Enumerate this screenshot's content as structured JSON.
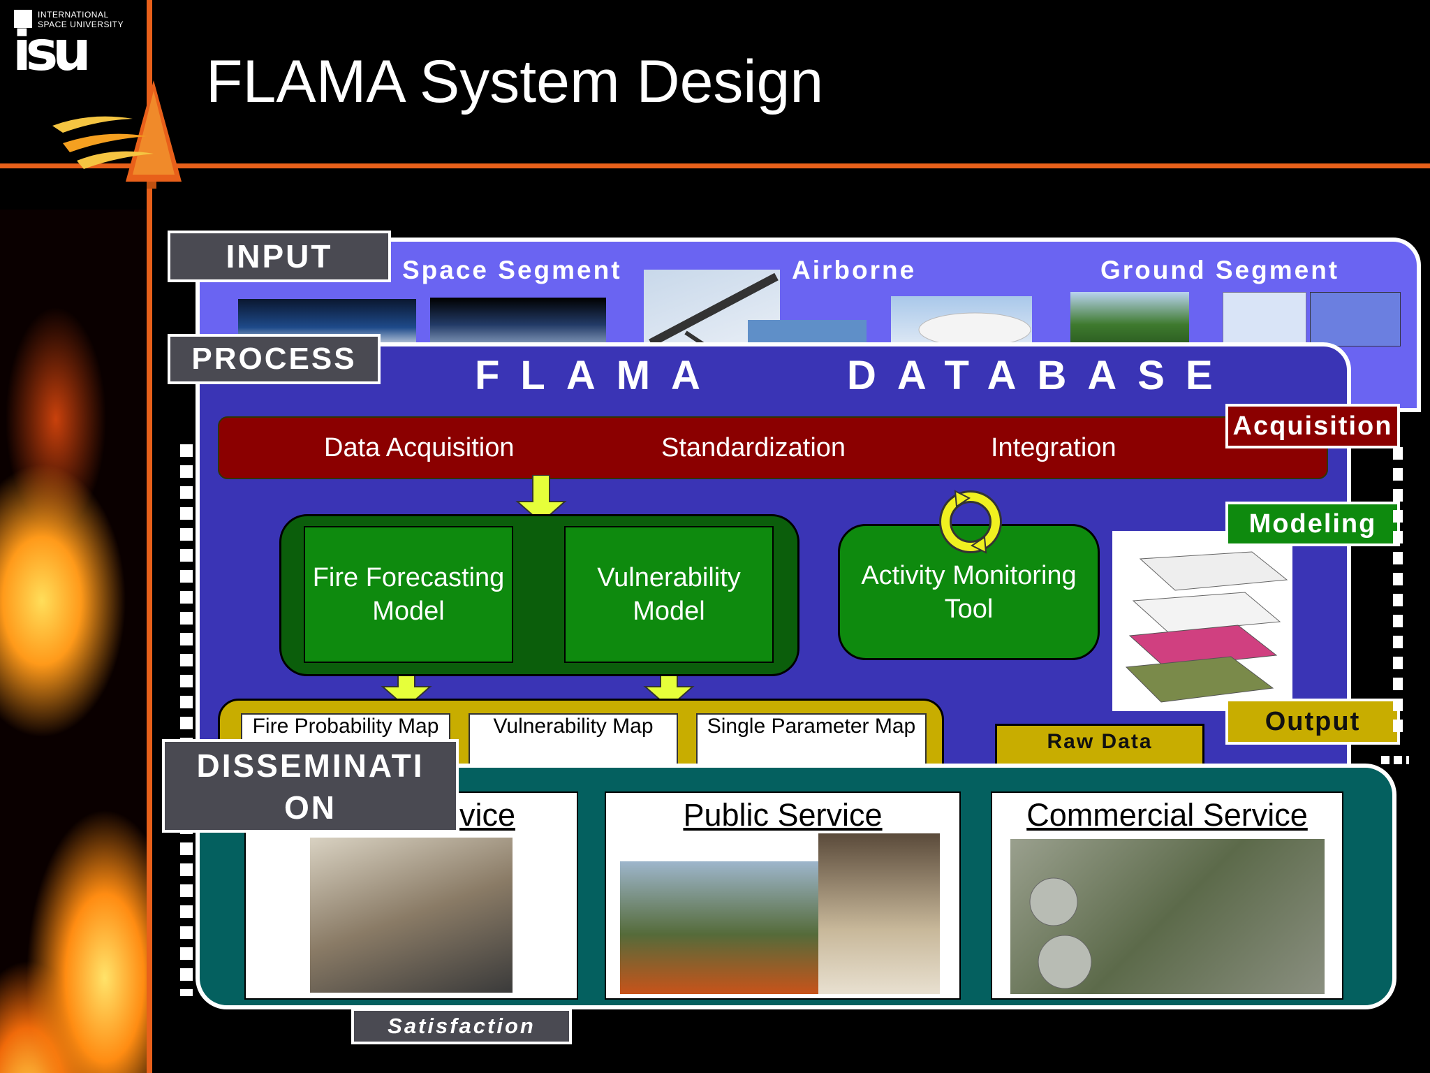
{
  "header": {
    "title": "FLAMA System Design",
    "logo_line1": "INTERNATIONAL",
    "logo_line2": "SPACE UNIVERSITY",
    "logo_mark": "isu"
  },
  "colors": {
    "accent_orange": "#e8601a",
    "input_blue": "#6a64f2",
    "process_blue": "#3a34b5",
    "bar_red": "#8b0000",
    "model_green": "#0e8a0e",
    "output_gold": "#c8ad00",
    "dissemination_teal": "#04605f"
  },
  "input": {
    "tag": "INPUT",
    "segments": [
      "Space Segment",
      "Airborne",
      "Ground Segment"
    ]
  },
  "process": {
    "tag": "PROCESS",
    "db_title_left": "FLAMA",
    "db_title_right": "DATABASE",
    "bar_items": [
      "Data Acquisition",
      "Standardization",
      "Integration"
    ],
    "models": {
      "fire": "Fire Forecasting Model",
      "vulnerability": "Vulnerability Model",
      "activity": "Activity Monitoring Tool"
    },
    "maps": [
      "Fire Probability Map",
      "Vulnerability Map",
      "Single Parameter Map"
    ],
    "raw_data": "Raw Data",
    "side_labels": {
      "acquisition": "Acquisition",
      "modeling": "Modeling",
      "output": "Output"
    }
  },
  "dissemination": {
    "tag_line1": "DISSEMINATI",
    "tag_line2": "ON",
    "services": [
      "vice",
      "Public Service",
      "Commercial Service"
    ],
    "satisfaction": "Satisfaction"
  }
}
